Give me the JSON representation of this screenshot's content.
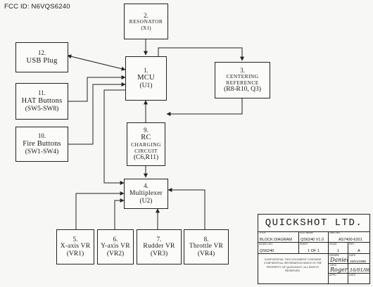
{
  "fcc_id": "FCC ID: N6VQS6240",
  "blocks": {
    "resonator": {
      "num": "2.",
      "name": "Resonator",
      "ref": "(X1)"
    },
    "usb": {
      "num": "12.",
      "name": "USB Plug"
    },
    "hat": {
      "num": "11.",
      "name": "HAT Buttons",
      "ref": "(SW5-SW8)"
    },
    "fire": {
      "num": "10.",
      "name": "Fire Buttons",
      "ref": "(SW1-SW4)"
    },
    "mcu": {
      "num": "1.",
      "name": "MCU",
      "ref": "(U1)"
    },
    "centering": {
      "num": "3.",
      "name": "Centering",
      "name2": "Reference",
      "ref": "(R8-R10, Q3)"
    },
    "rc": {
      "num": "9.",
      "name": "RC",
      "name2": "Charging",
      "name3": "Circuit",
      "ref": "(C6,R11)"
    },
    "mux": {
      "num": "4.",
      "name": "Multiplexer",
      "ref": "(U2)"
    },
    "xaxis": {
      "num": "5.",
      "name": "X-axis VR",
      "ref": "(VR1)"
    },
    "yaxis": {
      "num": "6.",
      "name": "Y-axis VR",
      "ref": "(VR2)"
    },
    "rudder": {
      "num": "7.",
      "name": "Rudder VR",
      "ref": "(VR3)"
    },
    "throttle": {
      "num": "8.",
      "name": "Throttle VR",
      "ref": "(VR4)"
    }
  },
  "title_block": {
    "company": "QUICKSHOT LTD.",
    "title_label": "TITLE",
    "title": "BLOCK DIAGRAM",
    "file_label": "FILE NAME",
    "file": "QS6240 V1.0",
    "dwg_label": "DWG NO.",
    "dwg": "AS7400-6201",
    "model_label": "MODEL NO.",
    "model": "QS6240",
    "sheet_label": "SHEET",
    "sheet": "1 OF 1",
    "issue_label": "ISSUE",
    "issue": "1",
    "rev_label": "REV",
    "rev": "A",
    "drawn_label": "DRAWN",
    "drawn_sig": "Daniel",
    "date_label": "DATE",
    "date": "16/01/1998",
    "checked_label": "CHKD",
    "checked_sig": "Roger",
    "checked_date": "16/01/98",
    "appd_label": "APPD",
    "note": "CONFIDENTIAL THIS DOCUMENT CONTAINS CONFIDENTIAL INFORMATION WHICH IS THE PROPERTY OF QUICKSHOT. ALL RIGHTS RESERVED."
  }
}
